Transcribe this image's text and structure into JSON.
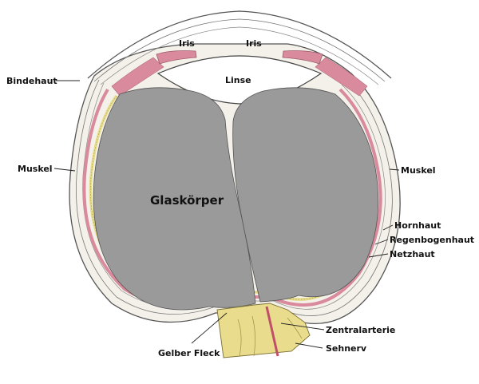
{
  "labels": {
    "iris_left": "Iris",
    "iris_right": "Iris",
    "linse": "Linse",
    "bindehaut": "Bindehaut",
    "muskel_left": "Muskel",
    "muskel_right": "Muskel",
    "glaskoerper": "Glaskörper",
    "hornhaut": "Hornhaut",
    "regenbogenhaut": "Regenbogenhaut",
    "netzhaut": "Netzhaut",
    "zentralarterie": "Zentralarterie",
    "gelber_fleck": "Gelber Fleck",
    "sehnerv": "Sehnerv"
  },
  "colors": {
    "vitreous": "#9a9a9a",
    "pink_tissue": "#d98a9c",
    "retina_yellow": "#e6dc8a",
    "nerve_yellow": "#e9dc8c",
    "outline": "#444444"
  }
}
